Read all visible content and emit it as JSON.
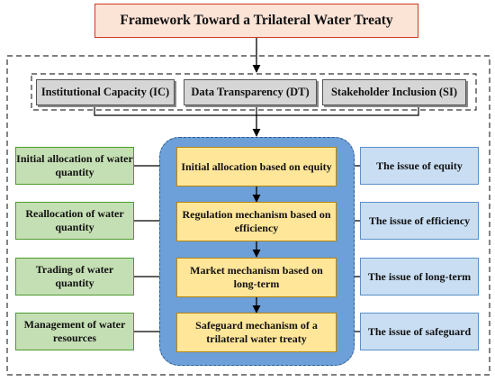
{
  "title": "Framework Toward a Trilateral Water Treaty",
  "pillars": [
    "Institutional Capacity (IC)",
    "Data Transparency (DT)",
    "Stakeholder Inclusion (SI)"
  ],
  "left_boxes": [
    "Initial allocation of water quantity",
    "Reallocation of water quantity",
    "Trading of water quantity",
    "Management of water resources"
  ],
  "center_boxes": [
    "Initial allocation based on equity",
    "Regulation mechanism based on efficiency",
    "Market mechanism based on long-term",
    "Safeguard mechanism of a trilateral water treaty"
  ],
  "right_boxes": [
    "The issue of equity",
    "The issue of efficiency",
    "The issue of long-term",
    "The issue of safeguard"
  ],
  "colors": {
    "title_fill": "#fbe3d6",
    "title_border": "#d0391f",
    "left_fill": "#c5dfb4",
    "center_fill": "#ffe699",
    "right_fill": "#c9def3",
    "core_fill": "#6d9fd8",
    "pillar_fill": "#d6d6d6"
  }
}
